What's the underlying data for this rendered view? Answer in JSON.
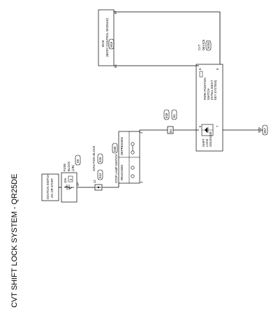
{
  "title": "CVT SHIFT LOCK SYSTEM - QR25DE",
  "ignition": {
    "line1": "IGNITION SWITCH",
    "line2": "ON OR START"
  },
  "fuse_block": {
    "line1": "FUSE",
    "line2": "BLOCK",
    "line3": "(J/B)",
    "connector": "E9",
    "fuse_rating": "10A",
    "fuse_number": "3",
    "pin": "4P"
  },
  "junction_block": {
    "label": "JUNCTION BLOCK",
    "connector_a": "E44",
    "connector_b": "E46",
    "pin": "12"
  },
  "stop_lamp_switch": {
    "label": "STOP LAMP SWITCH",
    "connector": "E38",
    "released": "RELEASED",
    "depressed": "DEPRESSED",
    "pin_in": "3",
    "pin_out": "4"
  },
  "splice": {
    "connector_a": "E38",
    "connector_b": "M1",
    "pin": "9G"
  },
  "bcm": {
    "line1": "BCM",
    "line2": "(BODY CONTROL MODULE)",
    "connector": "M18",
    "pin_top": "87",
    "pin_bottom": "84"
  },
  "cvt_device": {
    "line1": "CVT",
    "line2": "DEVICE",
    "connector": "M253",
    "park_line1": "PARK POSITION",
    "park_line2": "SWITCH",
    "park_line3": "(INTELLIGENT",
    "park_line4": "KEY SYSTEM)",
    "pin_8": "8",
    "pin_9": "9",
    "sol_line1": "SHIFT",
    "sol_line2": "LOCK",
    "sol_line3": "SOLENOID",
    "pin_6": "6",
    "pin_7": "7"
  },
  "ground": {
    "label": "M57"
  }
}
